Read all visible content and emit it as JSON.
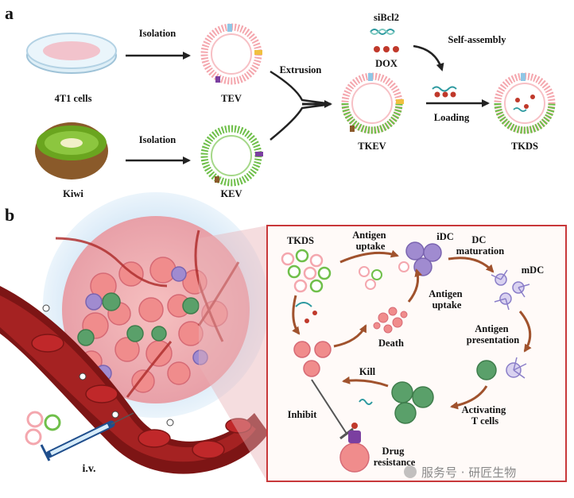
{
  "panel_a": {
    "letter": "a",
    "labels": {
      "cells": "4T1 cells",
      "kiwi": "Kiwi",
      "tev": "TEV",
      "kev": "KEV",
      "tkev": "TKEV",
      "tkds": "TKDS",
      "sibcl2": "siBcl2",
      "dox": "DOX",
      "isolation_top": "Isolation",
      "isolation_bottom": "Isolation",
      "extrusion": "Extrusion",
      "self_assembly": "Self-assembly",
      "loading": "Loading"
    }
  },
  "panel_b": {
    "letter": "b",
    "labels": {
      "iv": "i.v.",
      "tkds": "TKDS",
      "antigen_uptake_top": "Antigen\nuptake",
      "idc": "iDC",
      "dc_maturation": "DC\nmaturation",
      "mdc": "mDC",
      "antigen_uptake_mid": "Antigen\nuptake",
      "death": "Death",
      "antigen_presentation": "Antigen\npresentation",
      "kill": "Kill",
      "activating_t_cells": "Activating\nT cells",
      "inhibit": "Inhibit",
      "drug_resistance": "Drug\nresistance"
    }
  },
  "watermark": "服务号 · 研匠生物",
  "colors": {
    "pink_membrane": "#f4a7ae",
    "green_membrane": "#6fbf4a",
    "tumor_cell": "#f08c8c",
    "blood_vessel": "#8a1a1a",
    "box_border": "#c8383a",
    "arrow_brown": "#a0522d"
  }
}
